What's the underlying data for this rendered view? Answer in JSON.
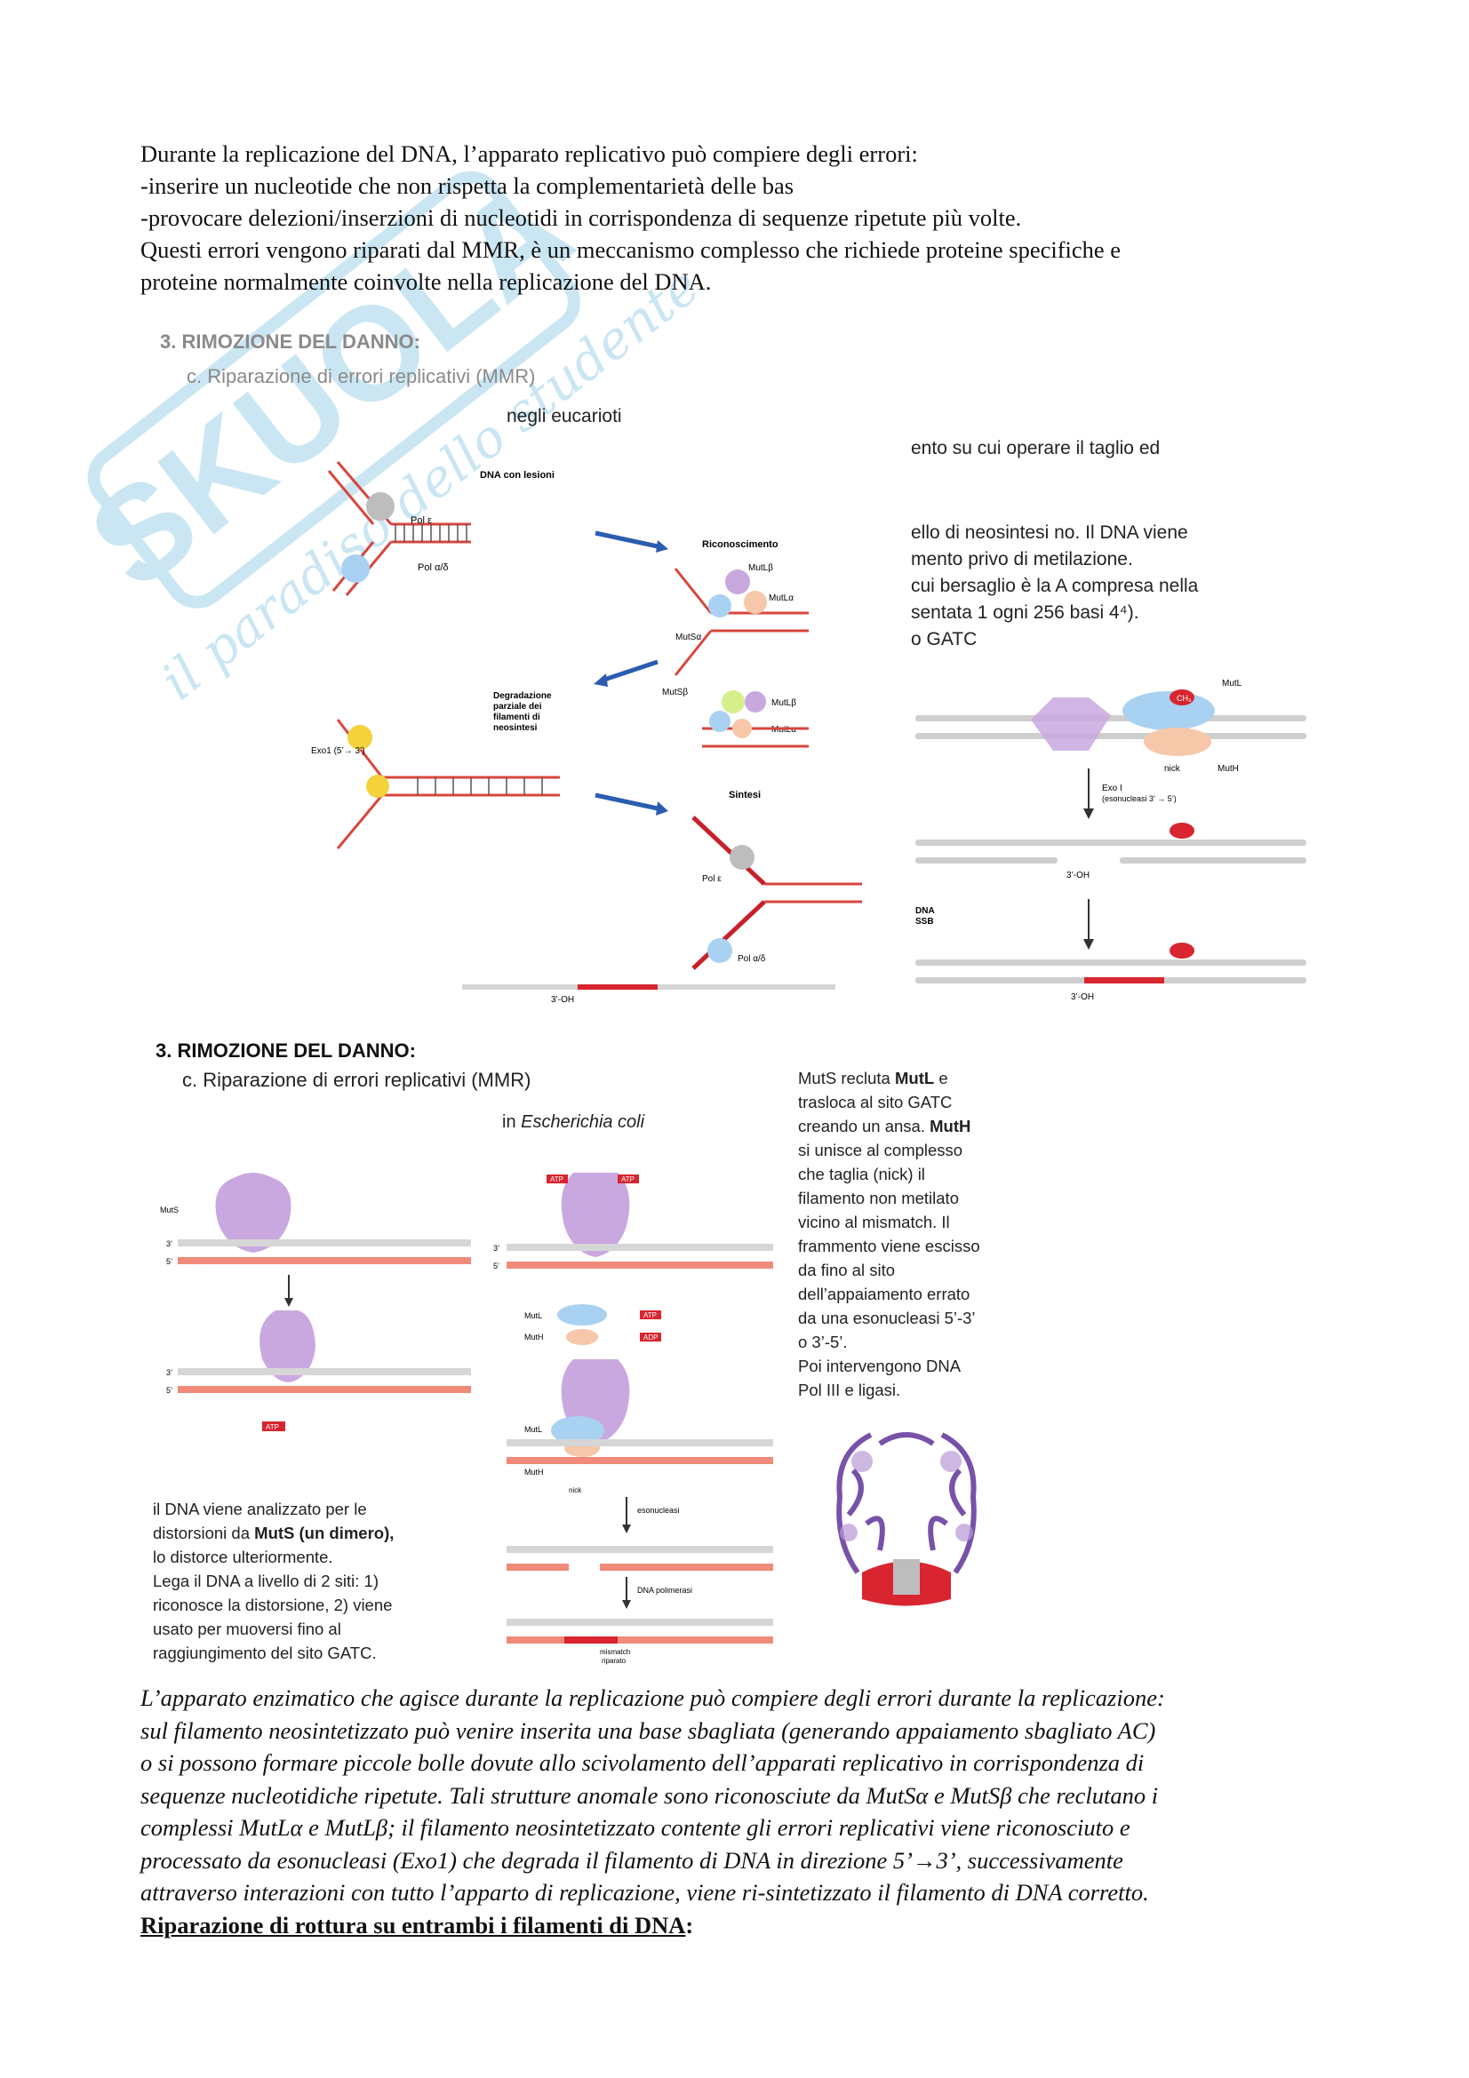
{
  "intro": {
    "lines": [
      "Durante la replicazione del DNA, l’apparato replicativo può compiere degli errori:",
      "-inserire un nucleotide che non rispetta la complementarietà delle bas",
      "-provocare delezioni/inserzioni di nucleotidi in corrispondenza di sequenze ripetute più volte.",
      "Questi errori vengono riparati dal MMR, è un meccanismo complesso che richiede proteine specifiche e",
      "proteine normalmente coinvolte nella replicazione del DNA."
    ]
  },
  "watermark": {
    "brand": "SKUOLA",
    "tagline": "il paradiso dello studente"
  },
  "slide1": {
    "section": "3.  RIMOZIONE DEL DANNO:",
    "subsection": "c.  Riparazione di errori replicativi (MMR)",
    "subtitle": "negli eucarioti",
    "labels": {
      "dna_lesioni": "DNA con lesioni",
      "pol_e": "Pol ε",
      "pol_ad": "Pol α/δ",
      "riconoscimento": "Riconoscimento",
      "mutlb": "MutLβ",
      "mutla": "MutLα",
      "mutsa": "MutSα",
      "mutsb": "MutSβ",
      "degradazione": [
        "Degradazione",
        "parziale dei",
        "filamenti di",
        "neosintesi"
      ],
      "exo1": "Exo1 (5’→ 3’)",
      "sintesi": "Sintesi",
      "oh3": "3’-OH"
    },
    "right_text": [
      "ento su cui operare il taglio ed",
      "ello di neosintesi no. Il DNA viene",
      "mento privo di metilazione.",
      "cui bersaglio è la A compresa nella",
      "sentata 1 ogni 256 basi 4⁴).",
      "o GATC"
    ],
    "right_labels": {
      "mutl": "MutL",
      "muth": "MutH",
      "nick": "nick",
      "ch3": "CH₃",
      "exo": "Exo I",
      "exo_sub": "(esonucleasi 3’ → 5’)",
      "oh3": "3’-OH",
      "dna": "DNA",
      "ssb": "SSB"
    }
  },
  "slide2": {
    "section": "3.  RIMOZIONE DEL DANNO:",
    "subsection": "c.  Riparazione di errori replicativi (MMR)",
    "subtitle": "in Escherichia coli",
    "labels": {
      "muts": "MutS",
      "mutl": "MutL",
      "muth": "MutH",
      "atp": "ATP",
      "adp": "ADP",
      "nick": "nick",
      "esonucleasi": "esonucleasi",
      "dna_pol": "DNA polimerasi",
      "mismatch": [
        "mismatch",
        "riparato"
      ]
    },
    "left_caption": [
      "il DNA viene analizzato per le",
      "distorsioni da MutS (un dimero),",
      "lo distorce ulteriormente.",
      "Lega il DNA a livello di 2 siti: 1)",
      "riconosce la distorsione, 2) viene",
      "usato per muoversi fino al",
      "raggiungimento del sito GATC."
    ],
    "right_caption": [
      "MutS recluta MutL e",
      "trasloca al sito GATC",
      "creando un ansa. MutH",
      "si unisce al complesso",
      "che taglia (nick) il",
      "filamento non metilato",
      "vicino al mismatch. Il",
      "frammento viene escisso",
      "da fino al sito",
      "dell’appaiamento errato",
      "da una esonucleasi 5’-3’",
      "o 3’-5’.",
      "Poi intervengono DNA",
      "Pol III e ligasi."
    ]
  },
  "outro": {
    "lines": [
      "L’apparato enzimatico che agisce durante la replicazione può compiere degli errori durante la replicazione:",
      "sul filamento neosintetizzato può venire inserita una base sbagliata (generando appaiamento sbagliato AC)",
      "o si possono formare piccole bolle dovute allo scivolamento dell’apparati replicativo in corrispondenza di",
      "sequenze nucleotidiche ripetute. Tali strutture anomale sono riconosciute da MutSα e MutSβ che reclutano i",
      "complessi MutLα e MutLβ; il filamento neosintetizzato contente gli errori replicativi viene riconosciuto e",
      "processato da esonucleasi (Exo1) che degrada il filamento di DNA in direzione 5’→3’, successivamente",
      "attraverso interazioni con tutto l’apparto di replicazione, viene ri-sintetizzato il filamento di DNA corretto."
    ],
    "heading": "Riparazione di rottura su entrambi i filamenti di DNA",
    "heading_suffix": ":"
  },
  "colors": {
    "watermark": "#9fd3ea",
    "arrow_blue": "#2a5db0",
    "strand_red": "#c8202a",
    "protein_purple": "#c9a8e0",
    "protein_blue": "#a9d1f2",
    "protein_peach": "#f6c7a9",
    "dna_gray": "#cfcfcf",
    "dna_salmon": "#f08a7a",
    "atp_red": "#d8252f"
  }
}
